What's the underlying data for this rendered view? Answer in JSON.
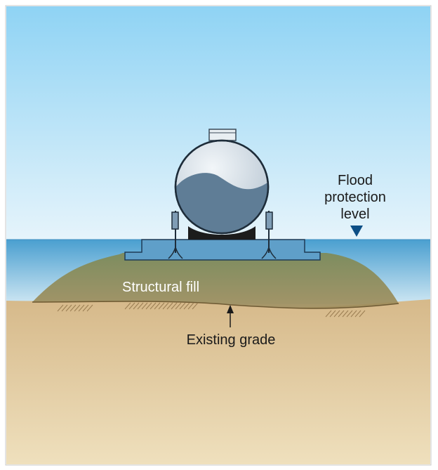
{
  "labels": {
    "flood_line1": "Flood",
    "flood_line2": "protection",
    "flood_line3": "level",
    "structural_fill": "Structural fill",
    "existing_grade": "Existing grade"
  },
  "colors": {
    "sky_top": "#8fd3f4",
    "sky_bottom": "#e6f4fb",
    "water_top": "#4a9fd0",
    "water_bottom": "#cfe7f3",
    "fill_mound": "#8e8a58",
    "ground_top": "#d6b98a",
    "ground_bottom": "#efe0bd",
    "tank_light": "#dfe7ee",
    "tank_liquid": "#5f7d96",
    "base_slab": "#5f9fc9",
    "marker": "#0d4f86"
  }
}
